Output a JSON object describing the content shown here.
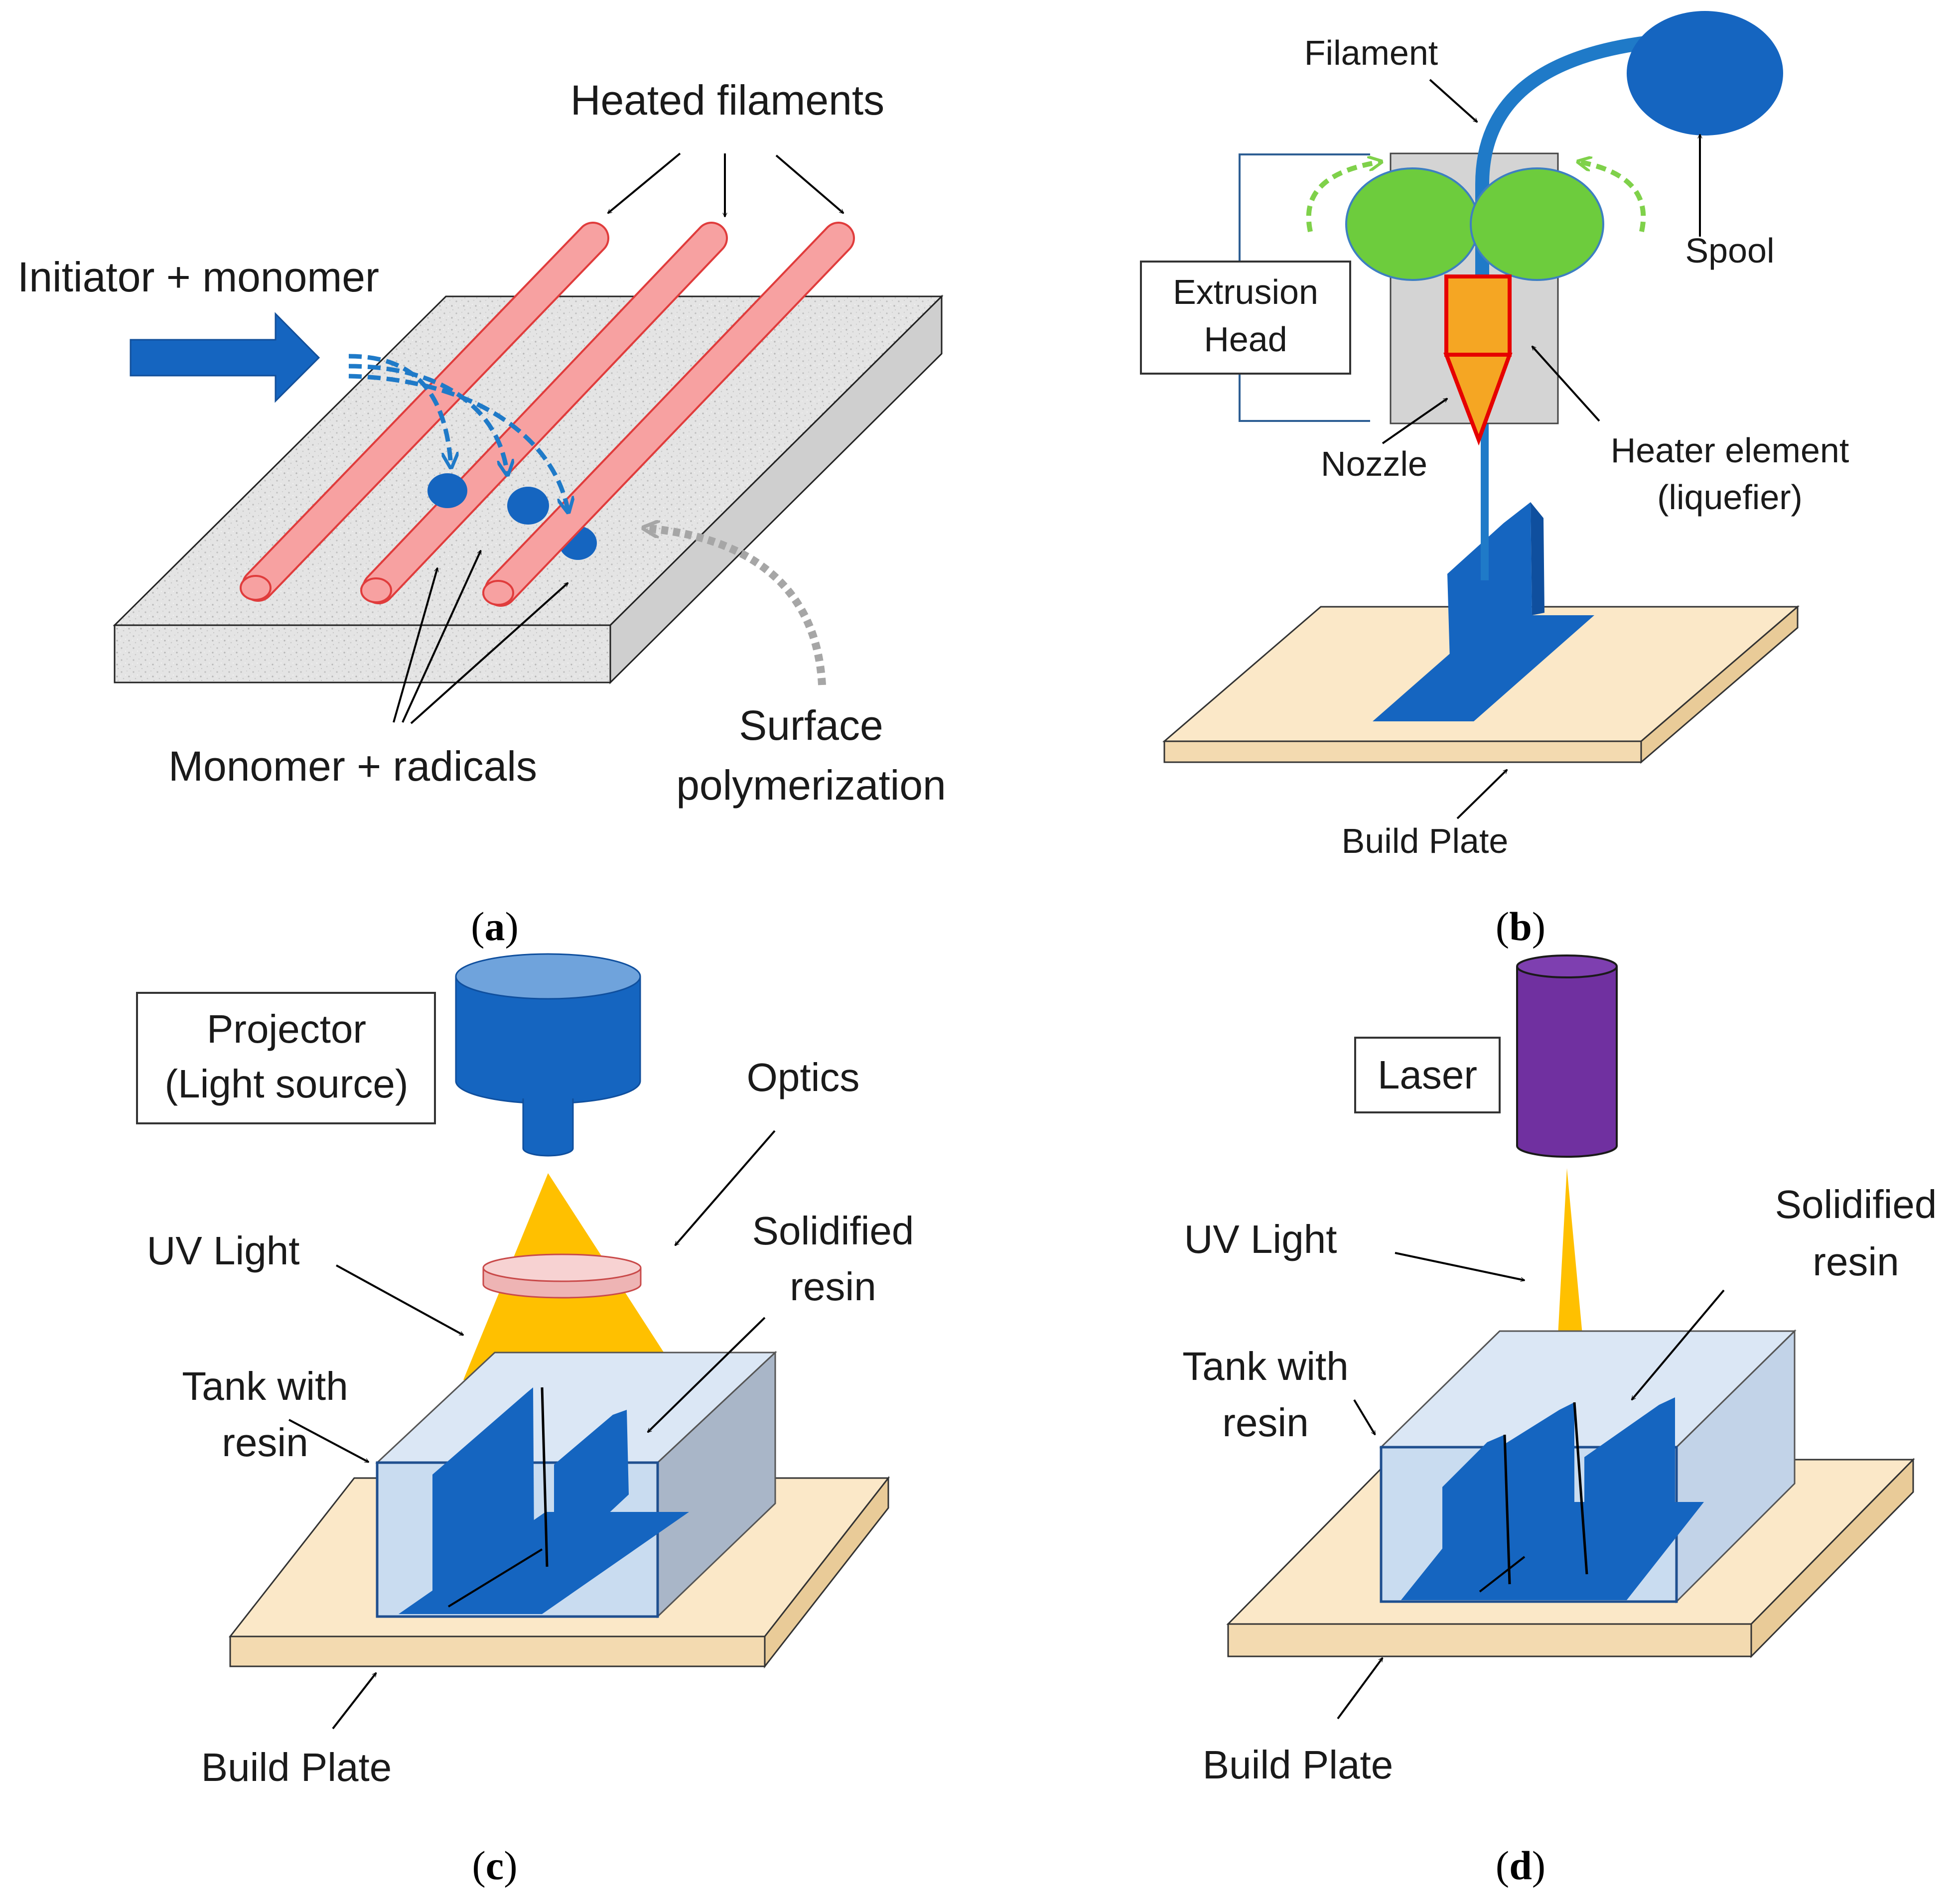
{
  "panel_a": {
    "heated_filaments": "Heated filaments",
    "initiator_monomer": "Initiator + monomer",
    "monomer_radicals": "Monomer + radicals",
    "surface_line1": "Surface",
    "surface_line2": "polymerization",
    "caption_letter": "a"
  },
  "panel_b": {
    "filament": "Filament",
    "spool": "Spool",
    "extrusion_line1": "Extrusion",
    "extrusion_line2": "Head",
    "nozzle": "Nozzle",
    "heater_line1": "Heater element",
    "heater_line2": "(liquefier)",
    "build_plate": "Build Plate",
    "caption_letter": "b"
  },
  "panel_c": {
    "projector_line1": "Projector",
    "projector_line2": "(Light source)",
    "optics": "Optics",
    "uv_light": "UV Light",
    "solidified_line1": "Solidified",
    "solidified_line2": "resin",
    "tank_line1": "Tank with",
    "tank_line2": "resin",
    "build_plate": "Build Plate",
    "caption_letter": "c"
  },
  "panel_d": {
    "laser": "Laser",
    "uv_light": "UV Light",
    "solidified_line1": "Solidified",
    "solidified_line2": "resin",
    "tank_line1": "Tank with",
    "tank_line2": "resin",
    "build_plate": "Build Plate",
    "caption_letter": "d"
  },
  "colors": {
    "blue": "#1565c0",
    "filament_red": "#f26b6b",
    "roller_green": "#6dcc3d",
    "beam_yellow": "#ffc000",
    "plate_beige": "#fbe8c8",
    "laser_purple": "#7030a0",
    "tank_blue": "#c9dcf0",
    "optics_pink": "#f2c3c3",
    "head_gray": "#d4d4d4"
  }
}
